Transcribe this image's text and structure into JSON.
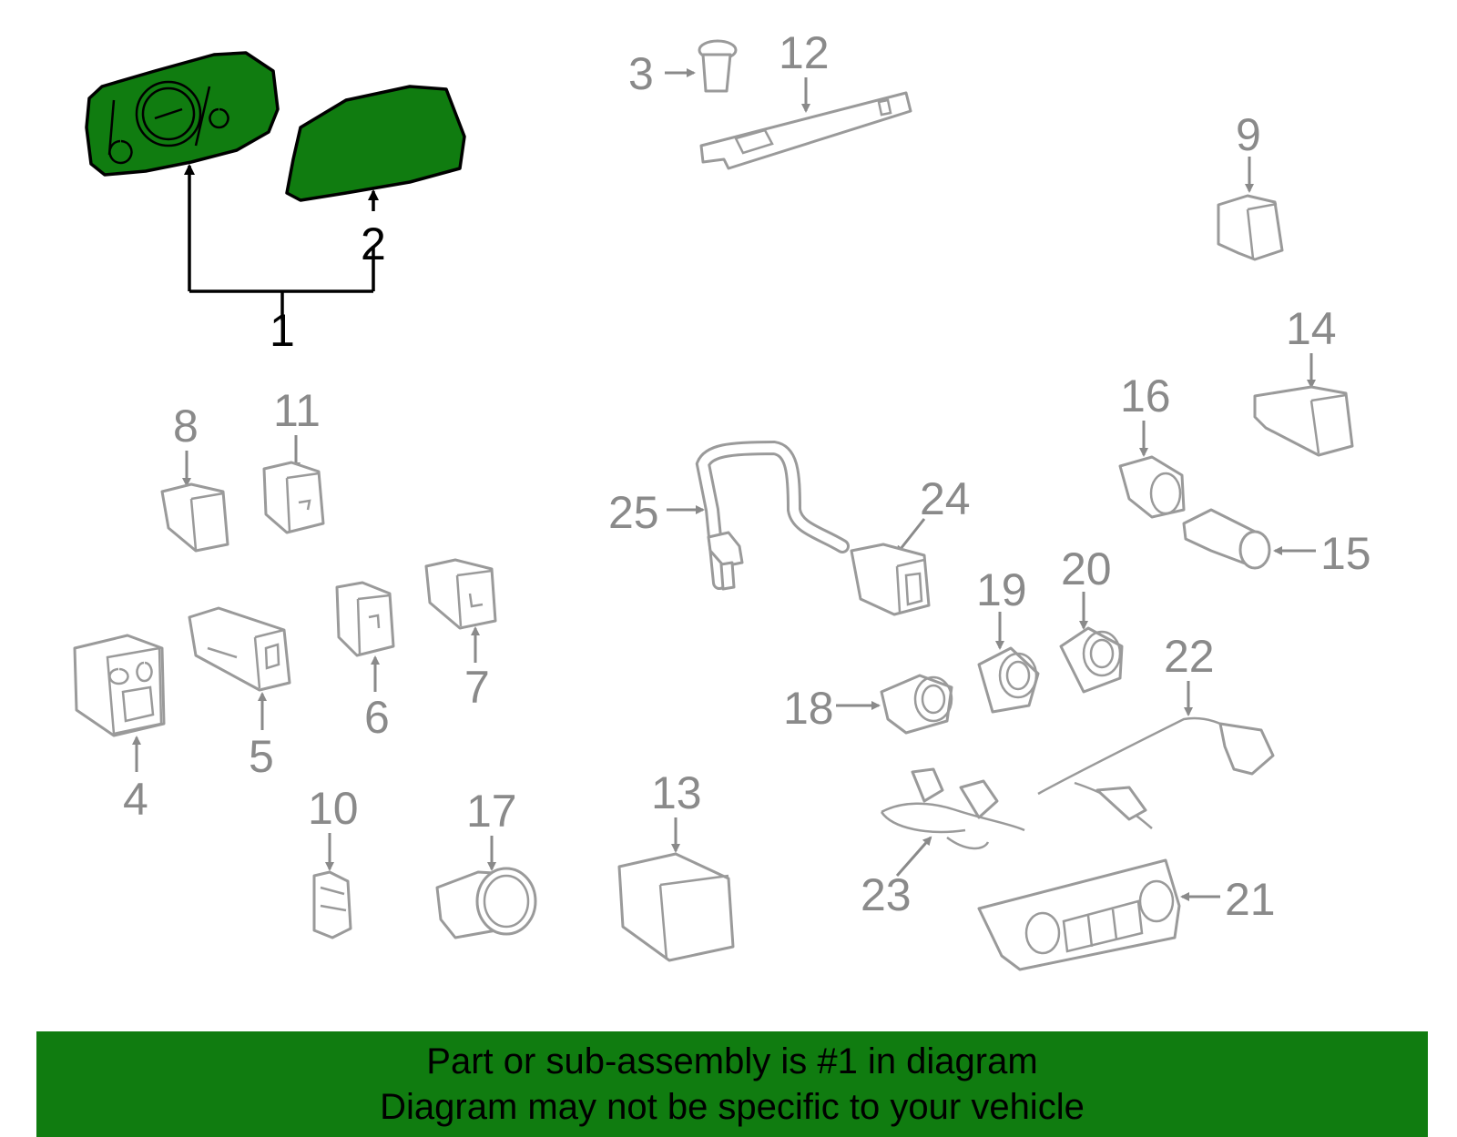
{
  "colors": {
    "highlight": "#107c10",
    "line_gray": "#9a9a9a",
    "label_gray": "#8a8a8a",
    "highlight_outline": "#000000"
  },
  "diagram": {
    "highlighted_part": "1",
    "labels": {
      "p1": "1",
      "p2": "2",
      "p3": "3",
      "p4": "4",
      "p5": "5",
      "p6": "6",
      "p7": "7",
      "p8": "8",
      "p9": "9",
      "p10": "10",
      "p11": "11",
      "p12": "12",
      "p13": "13",
      "p14": "14",
      "p15": "15",
      "p16": "16",
      "p17": "17",
      "p18": "18",
      "p19": "19",
      "p20": "20",
      "p21": "21",
      "p22": "22",
      "p23": "23",
      "p24": "24",
      "p25": "25"
    }
  },
  "banner": {
    "line1": "Part or sub-assembly is #1 in diagram",
    "line2": "Diagram may not be specific to your vehicle"
  }
}
